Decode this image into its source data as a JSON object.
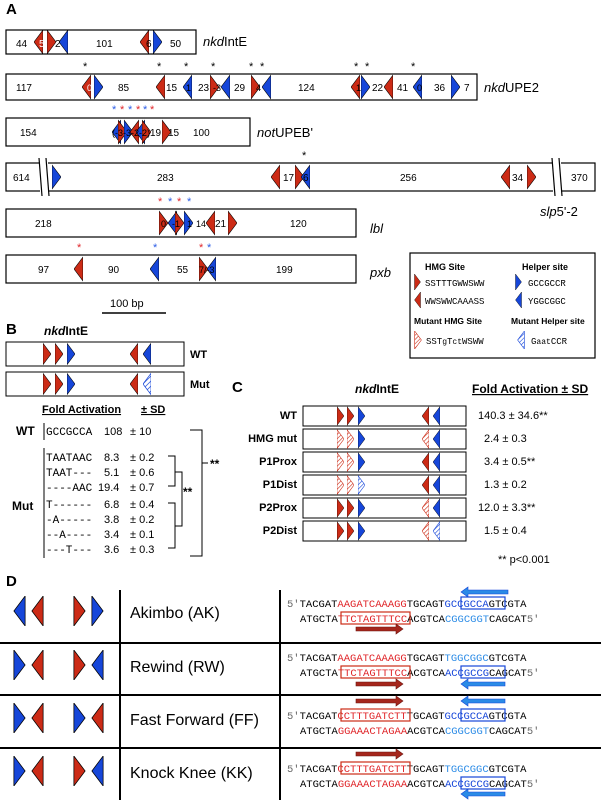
{
  "panels": {
    "A": "A",
    "B": "B",
    "C": "C",
    "D": "D"
  },
  "panelA": {
    "rows": [
      {
        "name": "nkdIntE",
        "italic_part": "nkd",
        "plain_part": "IntE",
        "segments": [
          "44",
          "5",
          "2",
          "101",
          "6",
          "50"
        ]
      },
      {
        "name": "nkdUPE2",
        "italic_part": "nkd",
        "plain_part": "UPE2",
        "segments": [
          "117",
          "0",
          "85",
          "15",
          "1",
          "23",
          "-3",
          "29",
          "4",
          "124",
          "1",
          "22",
          "41",
          "0",
          "36",
          "7"
        ]
      },
      {
        "name": "notUPEB'",
        "italic_part": "not",
        "plain_part": "UPEB'",
        "segments": [
          "154",
          "-3",
          "-3",
          "-2",
          "-2",
          "19",
          "15",
          "100"
        ]
      },
      {
        "name": "slp5'-2",
        "italic_part": "slp",
        "plain_part": "5'-2",
        "segments": [
          "614",
          "283",
          "17",
          "6",
          "256",
          "34",
          "370"
        ]
      },
      {
        "name": "lbl",
        "italic_part": "lbl",
        "plain_part": "",
        "segments": [
          "218",
          "0",
          "-1",
          "1",
          "14",
          "21",
          "120"
        ]
      },
      {
        "name": "pxb",
        "italic_part": "pxb",
        "plain_part": "",
        "segments": [
          "97",
          "90",
          "55",
          "7/-3",
          "199"
        ]
      }
    ],
    "star": "*",
    "scale_bar": "100 bp",
    "legend": {
      "hmg_site": "HMG Site",
      "hmg_fwd": "SSTTTGWWSWW",
      "hmg_rev": "WWSWWCAAASS",
      "helper_site": "Helper site",
      "helper_fwd": "GCCGCCR",
      "helper_rev": "YGGCGGC",
      "mutant_hmg": "Mutant HMG Site",
      "mutant_hmg_seq_a": "SST",
      "mutant_hmg_seq_b": "g",
      "mutant_hmg_seq_c": "T",
      "mutant_hmg_seq_d": "ct",
      "mutant_hmg_seq_e": "WSWW",
      "mutant_helper": "Mutant Helper site",
      "mutant_helper_seq_a": "G",
      "mutant_helper_seq_b": "aat",
      "mutant_helper_seq_c": "CCR",
      "colors": {
        "hmg": "#cc2b16",
        "helper": "#1646d9",
        "star_red": "#e0262a",
        "star_blue": "#2b5ce6"
      }
    }
  },
  "panelB": {
    "title_italic": "nkd",
    "title_plain": "IntE",
    "wt_label": "WT",
    "mut_label": "Mut",
    "header_fold": "Fold Activation",
    "header_sd": "± SD",
    "wt_row": {
      "label": "WT",
      "seq": "GCCGCCA",
      "value": "108",
      "sd": "± 10"
    },
    "mut_group_label": "Mut",
    "mut_rows": [
      {
        "seq": "TAATAAC",
        "value": "8.3",
        "sd": "± 0.2"
      },
      {
        "seq": "TAAT---",
        "value": "5.1",
        "sd": "± 0.6"
      },
      {
        "seq": "----AAC",
        "value": "19.4",
        "sd": "± 0.7"
      },
      {
        "seq": "T------",
        "value": "6.8",
        "sd": "± 0.4"
      },
      {
        "seq": "-A-----",
        "value": "3.8",
        "sd": "± 0.2"
      },
      {
        "seq": "--A----",
        "value": "3.4",
        "sd": "± 0.1"
      },
      {
        "seq": "---T---",
        "value": "3.6",
        "sd": "± 0.3"
      }
    ],
    "sig": "**"
  },
  "panelC": {
    "title_italic": "nkd",
    "title_plain": "IntE",
    "header": "Fold Activation ± SD",
    "rows": [
      {
        "label": "WT",
        "value": "140.3 ± 34.6**"
      },
      {
        "label": "HMG mut",
        "value": "2.4 ± 0.3"
      },
      {
        "label": "P1Prox",
        "value": "3.4 ± 0.5**"
      },
      {
        "label": "P1Dist",
        "value": "1.3 ± 0.2"
      },
      {
        "label": "P2Prox",
        "value": "12.0 ± 3.3**"
      },
      {
        "label": "P2Dist",
        "value": "1.5 ± 0.4"
      }
    ],
    "footnote": "** p<0.001"
  },
  "panelD": {
    "rows": [
      {
        "name": "Akimbo (AK)",
        "top": [
          "5'",
          "TACGAT",
          "AAGATCAAAGG",
          "TGCAGT",
          "GCCGCCA",
          "GTCGTA"
        ],
        "bot": [
          "ATGCTA",
          "TTCTAGTTTCC",
          "ACGTCA",
          "CGGCGGT",
          "CAGCAT",
          "5'"
        ]
      },
      {
        "name": "Rewind (RW)",
        "top": [
          "5'",
          "TACGAT",
          "AAGATCAAAGG",
          "TGCAGT",
          "TGGCGGC",
          "GTCGTA"
        ],
        "bot": [
          "ATGCTA",
          "TTCTAGTTTCC",
          "ACGTCA",
          "ACCGCCG",
          "CAGCAT",
          "5'"
        ]
      },
      {
        "name": "Fast Forward (FF)",
        "top": [
          "5'",
          "TACGAT",
          "CCTTTGATCTT",
          "TGCAGT",
          "GCCGCCA",
          "GTCGTA"
        ],
        "bot": [
          "ATGCTA",
          "GGAAACTAGAA",
          "ACGTCA",
          "CGGCGGT",
          "CAGCAT",
          "5'"
        ]
      },
      {
        "name": "Knock Knee (KK)",
        "top": [
          "5'",
          "TACGAT",
          "CCTTTGATCTT",
          "TGCAGT",
          "TGGCGGC",
          "GTCGTA"
        ],
        "bot": [
          "ATGCTA",
          "GGAAACTAGAA",
          "ACGTCA",
          "ACCGCCG",
          "CAGCAT",
          "5'"
        ]
      }
    ]
  }
}
